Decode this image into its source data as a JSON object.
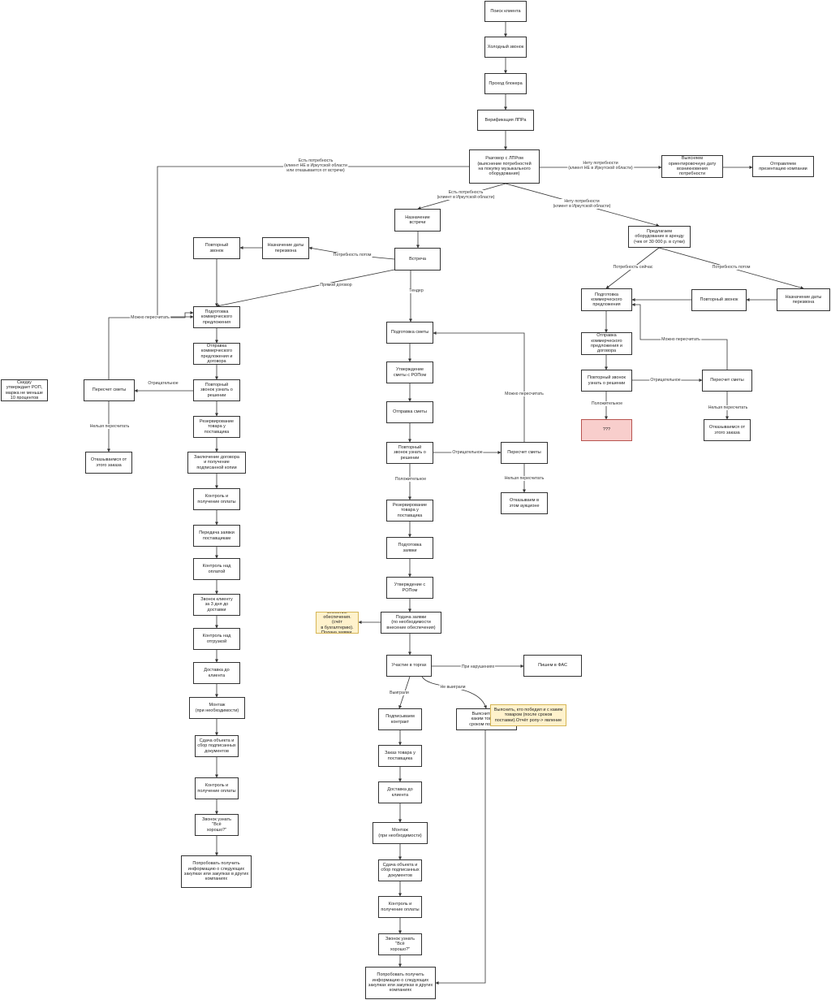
{
  "nodes": {
    "search": "Поиск клиента",
    "cold_call": "Холодный звонок",
    "blocker": "Проход блокера",
    "verify": "Верификация ЛПРа",
    "talk": "Разговор с ЛПРом\n(выяснение потребностей\nна покупку музыкального\nоборудования)",
    "find_date": "Выясняем\nориентировочную дату\nвозникновения\nпотребности",
    "send_presentation": "Отправляем\nпрезентацию компании",
    "meeting_set": "Назначение\nвстречи",
    "meeting": "Встреча",
    "callback_date_l": "Назначение даты\nперезвона",
    "repeat_call_l": "Повторный\nзвонок",
    "offer_rent": "Предлагаем\nоборудование в аренду\n(чек от 30 000 р. в сутки)",
    "kp_r": "Подготовка\nкоммерческого\nпредложения",
    "repeat_call_r": "Повторный звонок",
    "callback_date_r": "Назначение даты\nперезвона",
    "send_kp_r": "Отправка\nкоммерческого\nпредложения и\nдоговора",
    "repeat_call_decision_r": "Повторный звонок\nузнать о решении",
    "recalc_r": "Пересчет сметы",
    "qqq": "???",
    "refuse_r": "Отказываемся от\nэтого заказа",
    "kp_l": "Подготовка\nкоммерческого\nпредложения",
    "send_kp_l": "Отправка\nкоммерческого\nпредложения и\nдоговора",
    "decision_call_l": "Повторный\nзвонок узнать о\nрешении",
    "recalc_l": "Пересчет сметы",
    "note_rop": "Скидку\nутверждает РОП,\nмаржа не меньше\n10 процентов",
    "refuse_l": "Отказываемся от\nэтого заказа",
    "reserve_l": "Резервирование\nтовара у\nпоставщика",
    "contract_l": "Заключение договора\nи получение\nподписанной копии",
    "payment_l": "Контроль и\nполучение оплаты",
    "order_supplier_l": "Передача заявки\nпоставщикам",
    "pay_ctrl_l": "Контроль над\nоплатой",
    "call_3days": "Звонок клиенту\nза 3 дня до\nдоставки",
    "ship_ctrl": "Контроль над\nотгрузкой",
    "delivery_l": "Доставка до\nклиента",
    "mount_l": "Монтаж\n(при необходимости)",
    "handover_l": "Сдача объекта и\nсбор подписанных\nдокументов",
    "payment2_l": "Контроль и\nполучение оплаты",
    "call_ok_l": "Звонок узнать \"Всё\nхорошо?\"",
    "future_l": "Попробовать получить\nинформацию о следующих\nзакупках или закупках в других\nкомпаниях",
    "estimate": "Подготовка сметы",
    "approve_est": "Утверждение\nсметы с РОПом",
    "send_est": "Отправка сметы",
    "decision_call_m": "Повторный\nзвонок узнать о\nрешении",
    "recalc_m": "Пересчет сметы",
    "refuse_m": "Отказываем в\nэтом аукционе",
    "reserve_m": "Резервирование\nтовара у\nпоставщика",
    "prep_app": "Подготовка\nзаявки",
    "approve_rop": "Утверждение с\nРОПом",
    "submit_app": "Подача заявки\n(по необходимости\nвнесение обеспечения)",
    "security_note": "Внесение\nобеспечения. (счёт\nв бухгалтерию).\nПодача заявки.",
    "bidding": "Участие в торгах",
    "fas": "Пишем в ФАС",
    "find_winner": "Выяснить, кто\nкаким товаром\nсроком поставки",
    "winner_note": "Выяснить, кто победил и с каким\nтоваром (после сроков\nпоставки).Отчёт ропу-> явление",
    "sign_contract": "Подписываем\nконтракт",
    "order_supplier_m": "Заказ товара у\nпоставщика",
    "delivery_m": "Доставка до\nклиента",
    "mount_m": "Монтаж\n(при необходимости)",
    "handover_m": "Сдача объекта и\nсбор подписанных\nдокументов",
    "payment_m": "Контроль и\nполучение оплаты",
    "call_ok_m": "Звонок узнать \"Всё\nхорошо?\"",
    "future_m": "Попробовать получить\nинформацию о следующих\nзакупках или закупках в других\nкомпаниях"
  },
  "edge_labels": {
    "need_out": "Есть потребность\n(клиент НЕ в Иркутской области\nили отказывается от встречи)",
    "no_need_out": "Нету потребности\n(клиент НЕ в Иркутской области)",
    "need_in": "Есть потребность\n(клиент в Иркутской области)",
    "no_need_in": "Нету потребности\n(клиент в Иркутской области)",
    "need_later_l": "Потребность потом",
    "direct_contract": "Прямой договор",
    "tender": "Тендер",
    "can_recalc_l": "Можно пересчитать",
    "negative_l": "Отрицательное",
    "cant_recalc_l": "Нельзя пересчитать",
    "need_now": "Потребность сейчас",
    "need_later_r": "Потребность потом",
    "can_recalc_r": "Можно пересчитать",
    "negative_r": "Отрицательное",
    "positive_r": "Положительное",
    "cant_recalc_r": "Нельзя пересчитать",
    "can_recalc_m": "Можно пересчитать",
    "negative_m": "Отрицательное",
    "cant_recalc_m": "Нельзя пересчитать",
    "positive_m": "Положительное",
    "violations": "При нарушениях",
    "lost": "Не выиграли",
    "won": "Выиграли"
  }
}
